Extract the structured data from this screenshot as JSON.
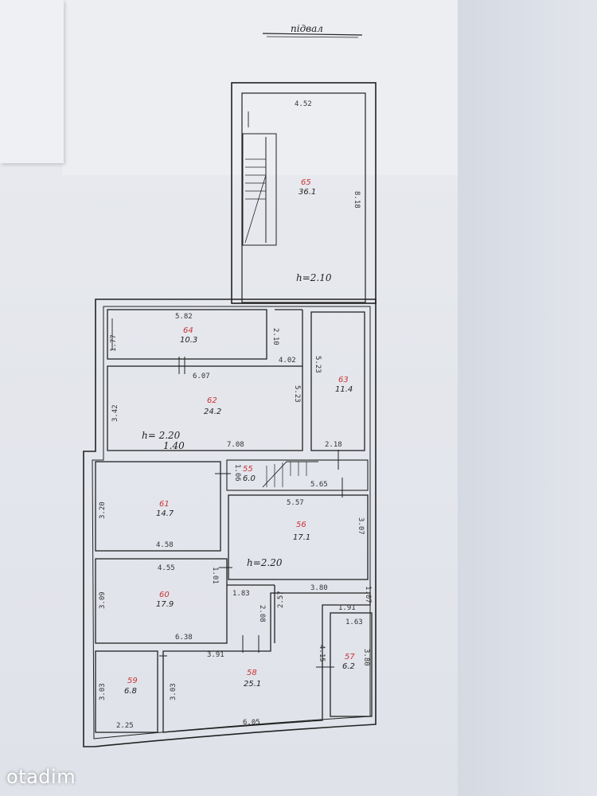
{
  "title": "підвал",
  "watermark": "otadim",
  "rooms": [
    {
      "id": "65",
      "area": "36.1",
      "dims": [
        "4.52",
        "8.18"
      ],
      "height": "h=2.10"
    },
    {
      "id": "64",
      "area": "10.3",
      "dims": [
        "5.82",
        "1.77",
        "2.10"
      ]
    },
    {
      "id": "62",
      "area": "24.2",
      "dims": [
        "6.07",
        "3.42",
        "7.08",
        "4.02",
        "5.23"
      ],
      "height": "h= 2.20",
      "height2": "1.40"
    },
    {
      "id": "63",
      "area": "11.4",
      "dims": [
        "5.23",
        "2.18"
      ]
    },
    {
      "id": "55",
      "area": "6.0",
      "dims": [
        "1.06",
        "5.65"
      ]
    },
    {
      "id": "61",
      "area": "14.7",
      "dims": [
        "3.20",
        "4.58"
      ]
    },
    {
      "id": "56",
      "area": "17.1",
      "dims": [
        "5.57",
        "3.07"
      ],
      "height": "h=2.20"
    },
    {
      "id": "60",
      "area": "17.9",
      "dims": [
        "4.55",
        "3.09",
        "1.01",
        "6.38",
        "1.83"
      ]
    },
    {
      "id": "59",
      "area": "6.8",
      "dims": [
        "3.03",
        "2.25"
      ]
    },
    {
      "id": "58",
      "area": "25.1",
      "dims": [
        "3.91",
        "3.03",
        "2.08",
        "2.57",
        "3.80",
        "4.15",
        "6.05"
      ]
    },
    {
      "id": "57",
      "area": "6.2",
      "dims": [
        "1.91",
        "1.07",
        "1.63",
        "3.80"
      ]
    }
  ]
}
